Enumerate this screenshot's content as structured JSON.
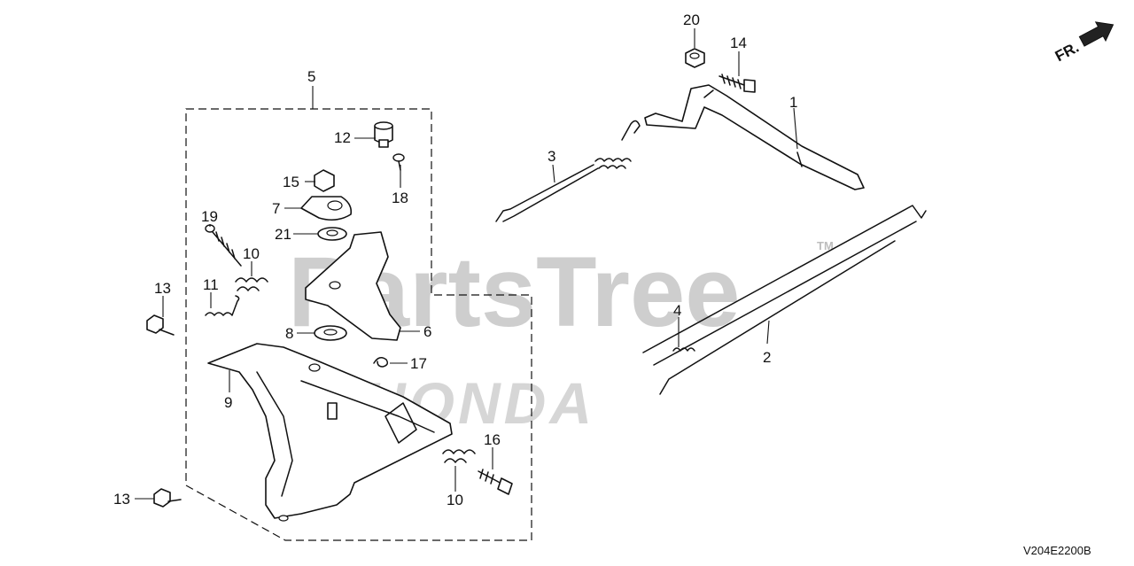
{
  "diagram": {
    "watermark_main": "PartsTree",
    "watermark_tm": "TM",
    "watermark_brand": "HONDA",
    "front_indicator": "FR.",
    "drawing_code": "V204E2200B",
    "callouts": [
      {
        "id": "c20",
        "text": "20"
      },
      {
        "id": "c14",
        "text": "14"
      },
      {
        "id": "c1",
        "text": "1"
      },
      {
        "id": "c3",
        "text": "3"
      },
      {
        "id": "c2",
        "text": "2"
      },
      {
        "id": "c4",
        "text": "4"
      },
      {
        "id": "c5",
        "text": "5"
      },
      {
        "id": "c12",
        "text": "12"
      },
      {
        "id": "c15",
        "text": "15"
      },
      {
        "id": "c18",
        "text": "18"
      },
      {
        "id": "c7",
        "text": "7"
      },
      {
        "id": "c21",
        "text": "21"
      },
      {
        "id": "c19",
        "text": "19"
      },
      {
        "id": "c10a",
        "text": "10"
      },
      {
        "id": "c11",
        "text": "11"
      },
      {
        "id": "c13a",
        "text": "13"
      },
      {
        "id": "c8",
        "text": "8"
      },
      {
        "id": "c6",
        "text": "6"
      },
      {
        "id": "c17",
        "text": "17"
      },
      {
        "id": "c9",
        "text": "9"
      },
      {
        "id": "c16",
        "text": "16"
      },
      {
        "id": "c10b",
        "text": "10"
      },
      {
        "id": "c13b",
        "text": "13"
      }
    ]
  }
}
